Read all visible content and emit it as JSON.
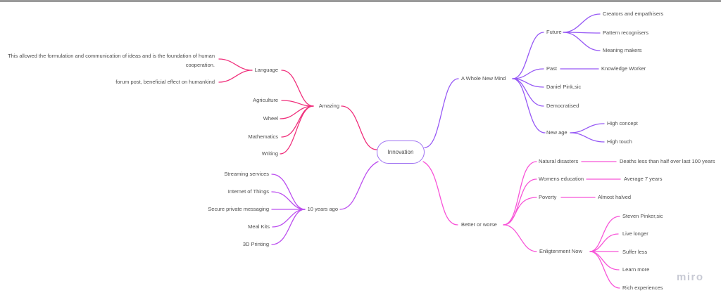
{
  "colors": {
    "text": "#4d4d4d",
    "root_border": "#9e71f2",
    "top_bar": "#9a9a9a",
    "watermark": "#c8cad4",
    "branch_amazing": "#f0307c",
    "branch_ten_years_ago": "#bc4fef",
    "branch_whole_new_mind": "#9658f5",
    "branch_better_or_worse": "#f854d8"
  },
  "watermark": {
    "label": "miro"
  },
  "mindmap": {
    "root": {
      "label": "Innovation"
    },
    "branches": [
      {
        "label": "Amazing",
        "color": "#f0307c",
        "side": "left",
        "children": [
          {
            "label": "Language",
            "children": [
              {
                "label": "This allowed the formulation and communication of ideas and is the foundation of human cooperation."
              },
              {
                "label": "forum post, beneficial effect on humankind"
              }
            ]
          },
          {
            "label": "Agriculture"
          },
          {
            "label": "Wheel"
          },
          {
            "label": "Mathematics"
          },
          {
            "label": "Writing"
          }
        ]
      },
      {
        "label": "10 years ago",
        "color": "#bc4fef",
        "side": "left",
        "children": [
          {
            "label": "Streaming services"
          },
          {
            "label": "Internet of Things"
          },
          {
            "label": "Secure private messaging"
          },
          {
            "label": "Meal Kits"
          },
          {
            "label": "3D Printing"
          }
        ]
      },
      {
        "label": "A Whole New Mind",
        "color": "#9658f5",
        "side": "right",
        "children": [
          {
            "label": "Future",
            "children": [
              {
                "label": "Creators and empathisers"
              },
              {
                "label": "Pattern recognisers"
              },
              {
                "label": "Meaning makers"
              }
            ]
          },
          {
            "label": "Past",
            "children": [
              {
                "label": "Knowledge Worker"
              }
            ]
          },
          {
            "label": "Daniel Pink,sic"
          },
          {
            "label": "Democratised"
          },
          {
            "label": "New age",
            "children": [
              {
                "label": "High concept"
              },
              {
                "label": "High touch"
              }
            ]
          }
        ]
      },
      {
        "label": "Better or worse",
        "color": "#f854d8",
        "side": "right",
        "children": [
          {
            "label": "Natural disasters",
            "children": [
              {
                "label": "Deaths less than half over last 100 years"
              }
            ]
          },
          {
            "label": "Womens education",
            "children": [
              {
                "label": "Average 7 years"
              }
            ]
          },
          {
            "label": "Poverty",
            "children": [
              {
                "label": "Almost halved"
              }
            ]
          },
          {
            "label": "Enligtenment Now",
            "children": [
              {
                "label": "Steven Pinker,sic"
              },
              {
                "label": "Live longer"
              },
              {
                "label": "Suffer less"
              },
              {
                "label": "Learn more"
              },
              {
                "label": "Rich experiences"
              }
            ]
          }
        ]
      }
    ]
  }
}
